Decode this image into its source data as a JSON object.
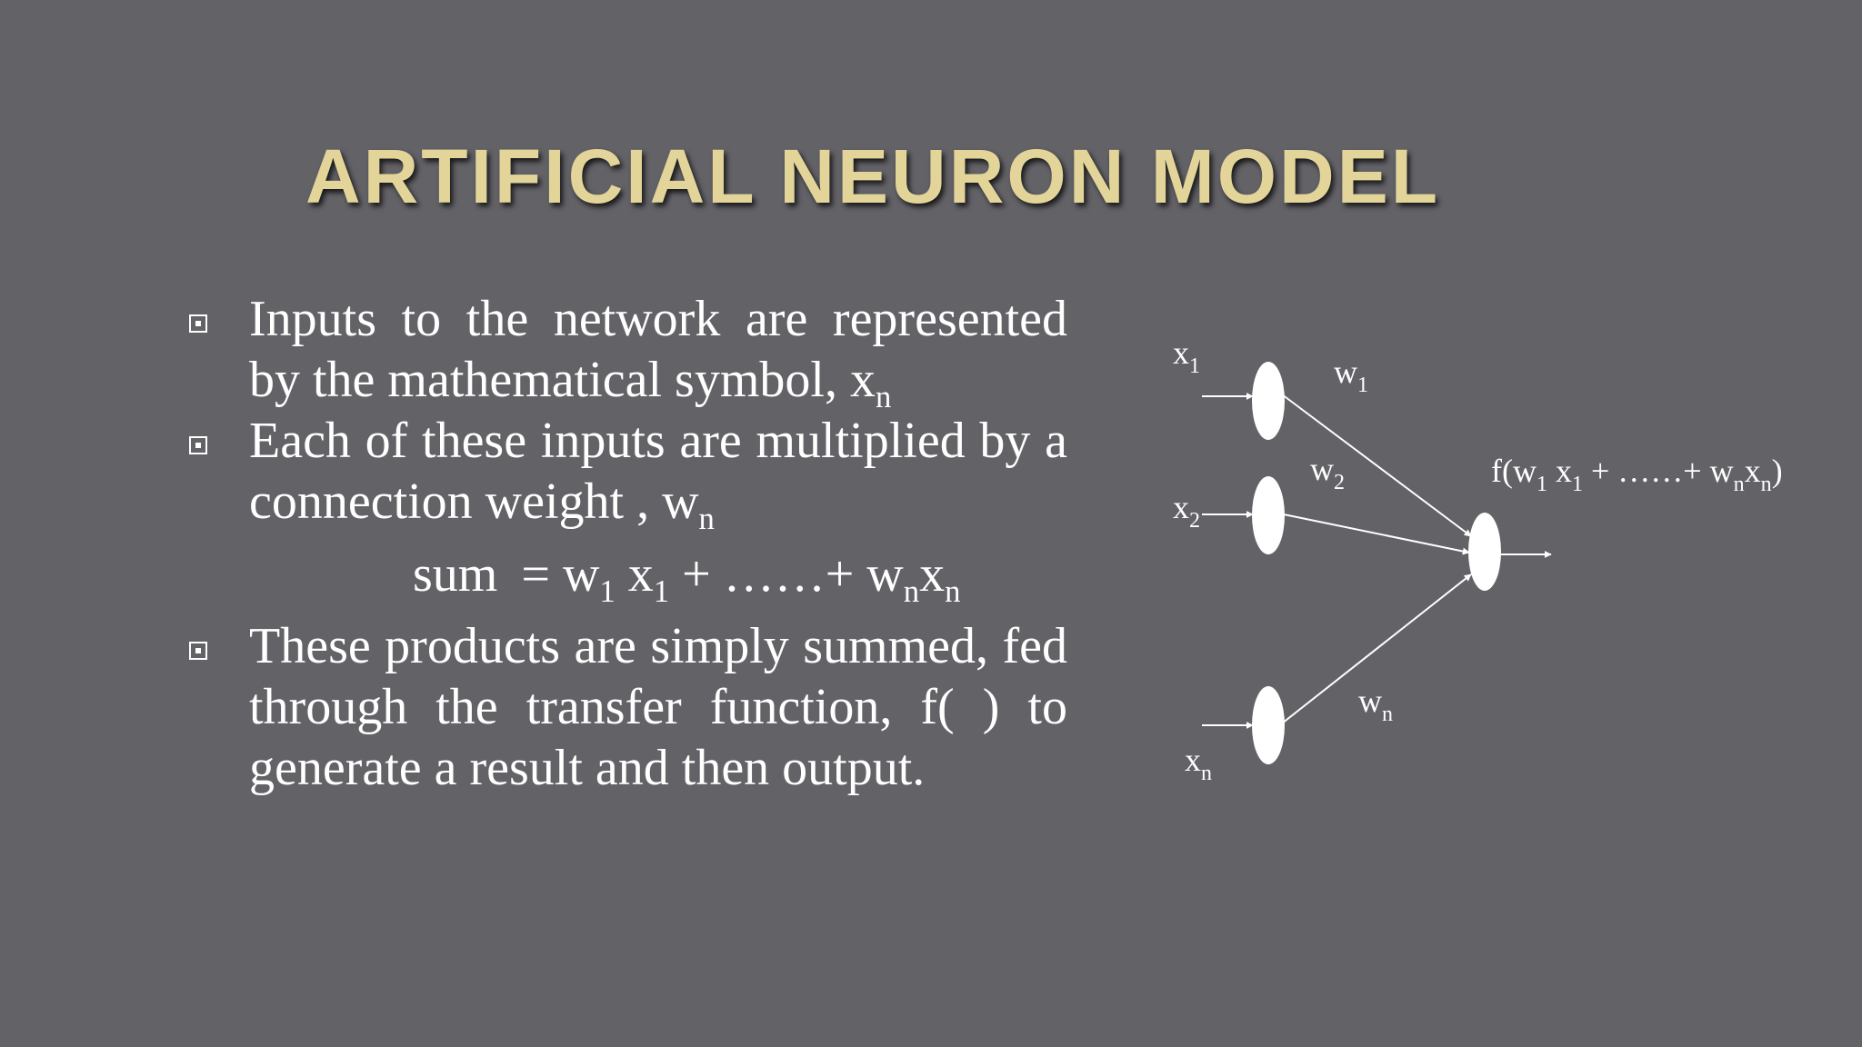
{
  "slide": {
    "title": "ARTIFICIAL NEURON MODEL",
    "bullets": [
      {
        "text": "Inputs to the network are represented by the mathematical symbol, x",
        "subscript": "n"
      },
      {
        "text": "Each of these inputs are multiplied by a connection weight , w",
        "subscript": "n"
      },
      {
        "text": "These products are simply summed, fed through the transfer function, f( ) to generate a result and then output.",
        "subscript": ""
      }
    ],
    "sum_equation": {
      "label": "sum",
      "eq": "=",
      "w": "w",
      "w_sub": "1",
      "x": "x",
      "x_sub": "1",
      "plus_dots": "+ ……+",
      "wn": "w",
      "wn_sub": "n",
      "xn": "x",
      "xn_sub": "n"
    }
  },
  "diagram": {
    "inputs": [
      {
        "label": "x",
        "sub": "1"
      },
      {
        "label": "x",
        "sub": "2"
      },
      {
        "label": "x",
        "sub": "n"
      }
    ],
    "weights": [
      {
        "label": "w",
        "sub": "1"
      },
      {
        "label": "w",
        "sub": "2"
      },
      {
        "label": "w",
        "sub": "n"
      }
    ],
    "output_formula": {
      "prefix": "f(w",
      "s1": "1",
      "mid1": " x",
      "s2": "1",
      "mid2": " + ……+ w",
      "s3": "n",
      "mid3": "x",
      "s4": "n",
      "suffix": ")"
    },
    "colors": {
      "background": "#636267",
      "title": "#e3d59a",
      "foreground": "#ffffff"
    }
  }
}
